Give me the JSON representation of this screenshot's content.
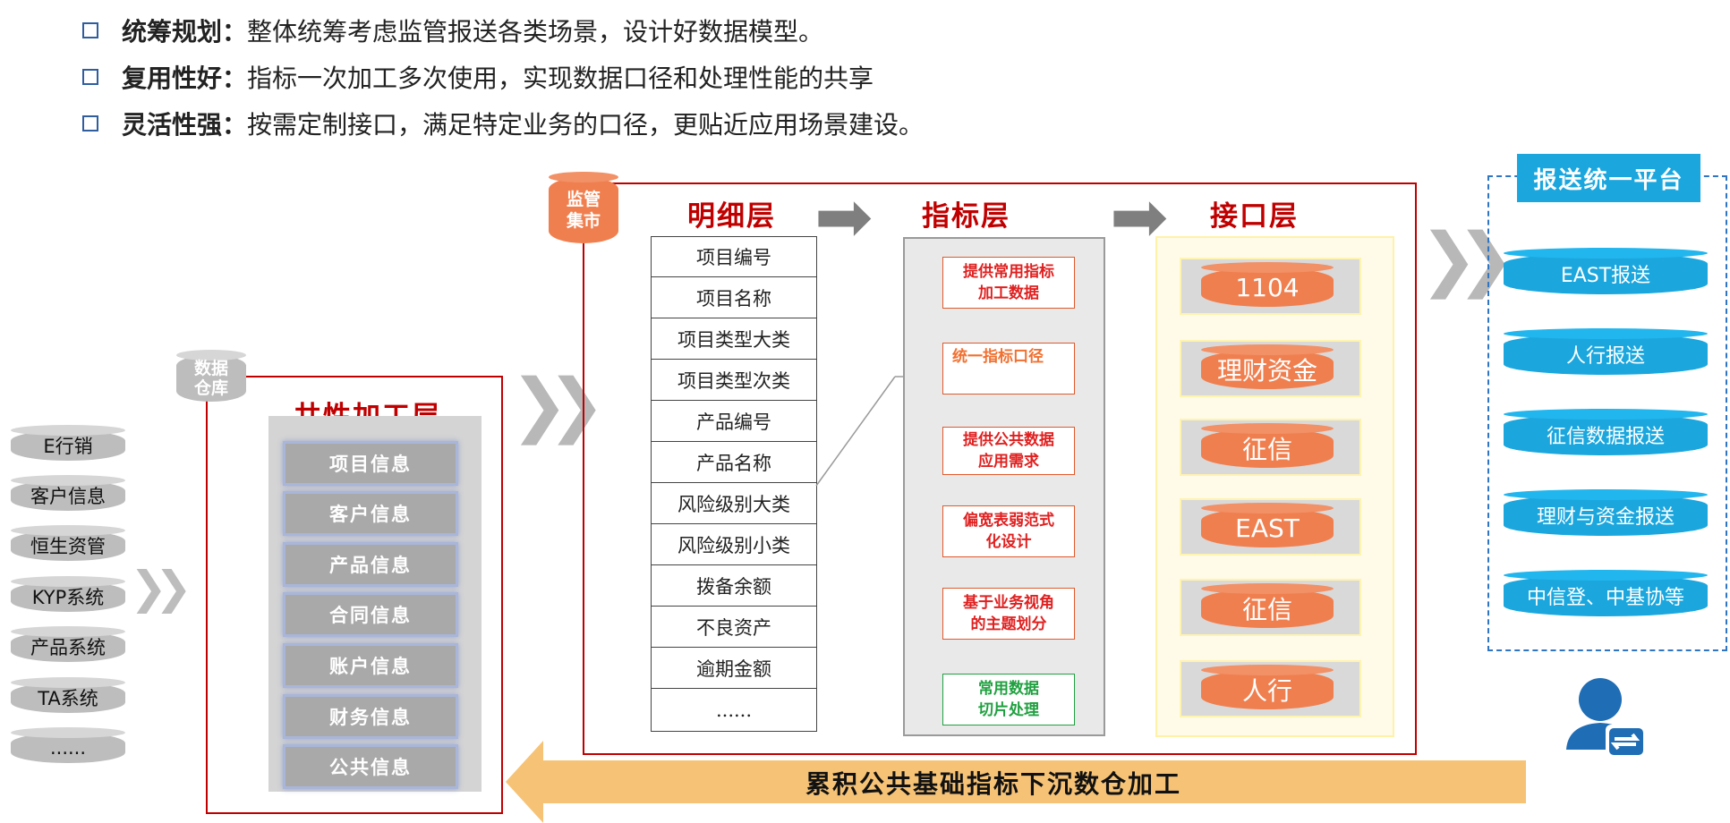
{
  "bullets": [
    {
      "term": "统筹规划：",
      "text": "整体统筹考虑监管报送各类场景，设计好数据模型。"
    },
    {
      "term": "复用性好：",
      "text": "指标一次加工多次使用，实现数据口径和处理性能的共享"
    },
    {
      "term": "灵活性强：",
      "text": "按需定制接口，满足特定业务的口径，更贴近应用场景建设。"
    }
  ],
  "sources": [
    "E行销",
    "客户信息",
    "恒生资管",
    "KYP系统",
    "产品系统",
    "TA系统",
    "......"
  ],
  "warehouse": {
    "line1": "数据",
    "line2": "仓库"
  },
  "common_layer": {
    "title": "共性加工层",
    "items": [
      "项目信息",
      "客户信息",
      "产品信息",
      "合同信息",
      "账户信息",
      "财务信息",
      "公共信息"
    ]
  },
  "mart": {
    "line1": "监管",
    "line2": "集市"
  },
  "detail_layer": {
    "title": "明细层",
    "rows": [
      "项目编号",
      "项目名称",
      "项目类型大类",
      "项目类型次类",
      "产品编号",
      "产品名称",
      "风险级别大类",
      "风险级别小类",
      "拨备余额",
      "不良资产",
      "逾期金额",
      "......"
    ]
  },
  "indicator_layer": {
    "title": "指标层",
    "items": [
      {
        "line1": "提供常用指标",
        "line2": "加工数据",
        "color": "#e02020"
      },
      {
        "line1": "统一指标口径",
        "line2": "",
        "color": "#f07030"
      },
      {
        "line1": "提供公共数据",
        "line2": "应用需求",
        "color": "#e02020"
      },
      {
        "line1": "偏宽表弱范式",
        "line2": "化设计",
        "color": "#e02020"
      },
      {
        "line1": "基于业务视角",
        "line2": "的主题划分",
        "color": "#e02020"
      },
      {
        "line1": "常用数据",
        "line2": "切片处理",
        "color": "#20a040"
      }
    ]
  },
  "interface_layer": {
    "title": "接口层",
    "items": [
      "1104",
      "理财资金",
      "征信",
      "EAST",
      "征信",
      "人行"
    ]
  },
  "platform": {
    "title": "报送统一平台",
    "items": [
      "EAST报送",
      "人行报送",
      "征信数据报送",
      "理财与资金报送",
      "中信登、中基协等"
    ]
  },
  "bottom_arrow": {
    "text": "累积公共基础指标下沉数仓加工"
  },
  "colors": {
    "accent_red": "#c00000",
    "orange": "#f07f4f",
    "blue": "#1ba7de",
    "arrow_gold": "#f6c376"
  },
  "icons": [
    "user-sync-icon",
    "chevron-double-right-icon",
    "arrow-right-icon"
  ]
}
